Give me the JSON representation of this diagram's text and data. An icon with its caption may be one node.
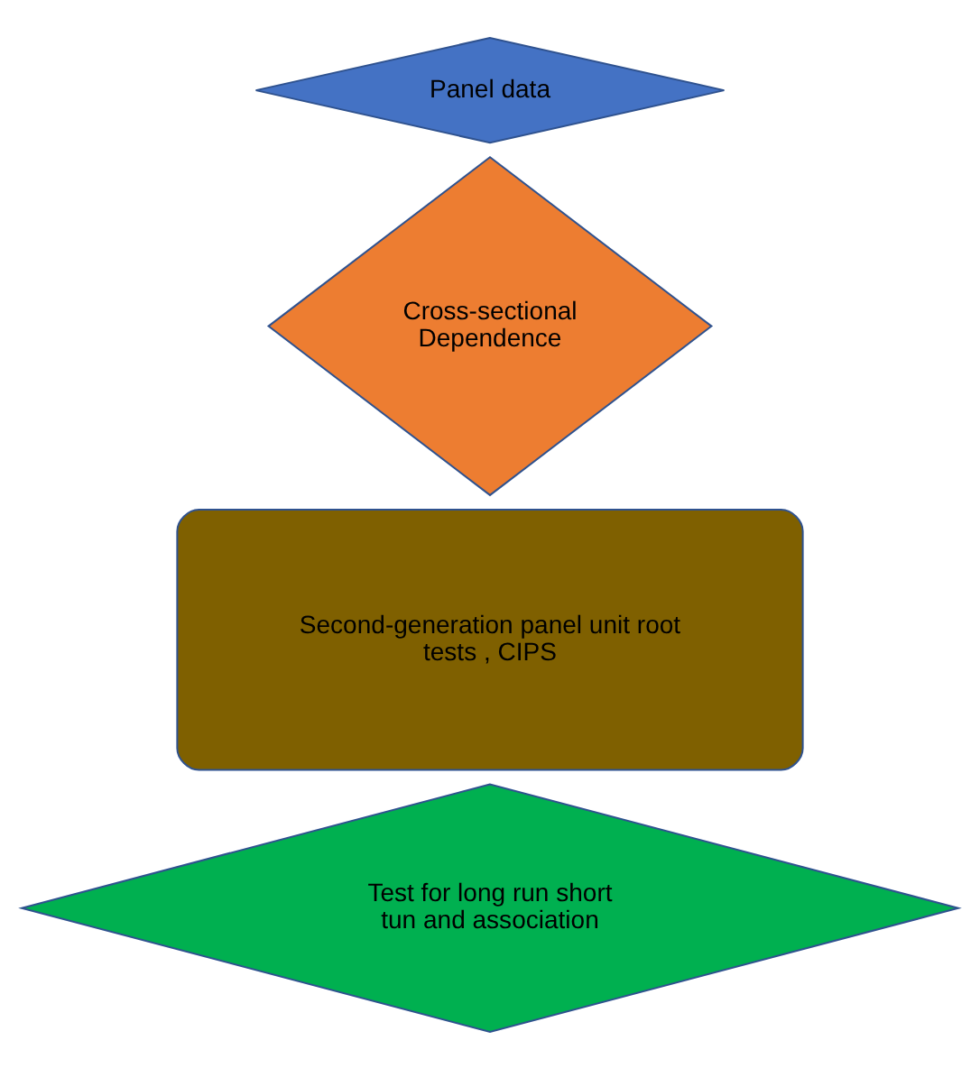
{
  "diagram": {
    "nodes": [
      {
        "text": [
          "Panel data"
        ]
      },
      {
        "text": [
          "Cross-sectional Dependence"
        ]
      },
      {
        "text": [
          "Second-generation panel unit root tests , CIPS"
        ]
      },
      {
        "text": [
          "Test for long run short tun and association"
        ]
      }
    ]
  }
}
